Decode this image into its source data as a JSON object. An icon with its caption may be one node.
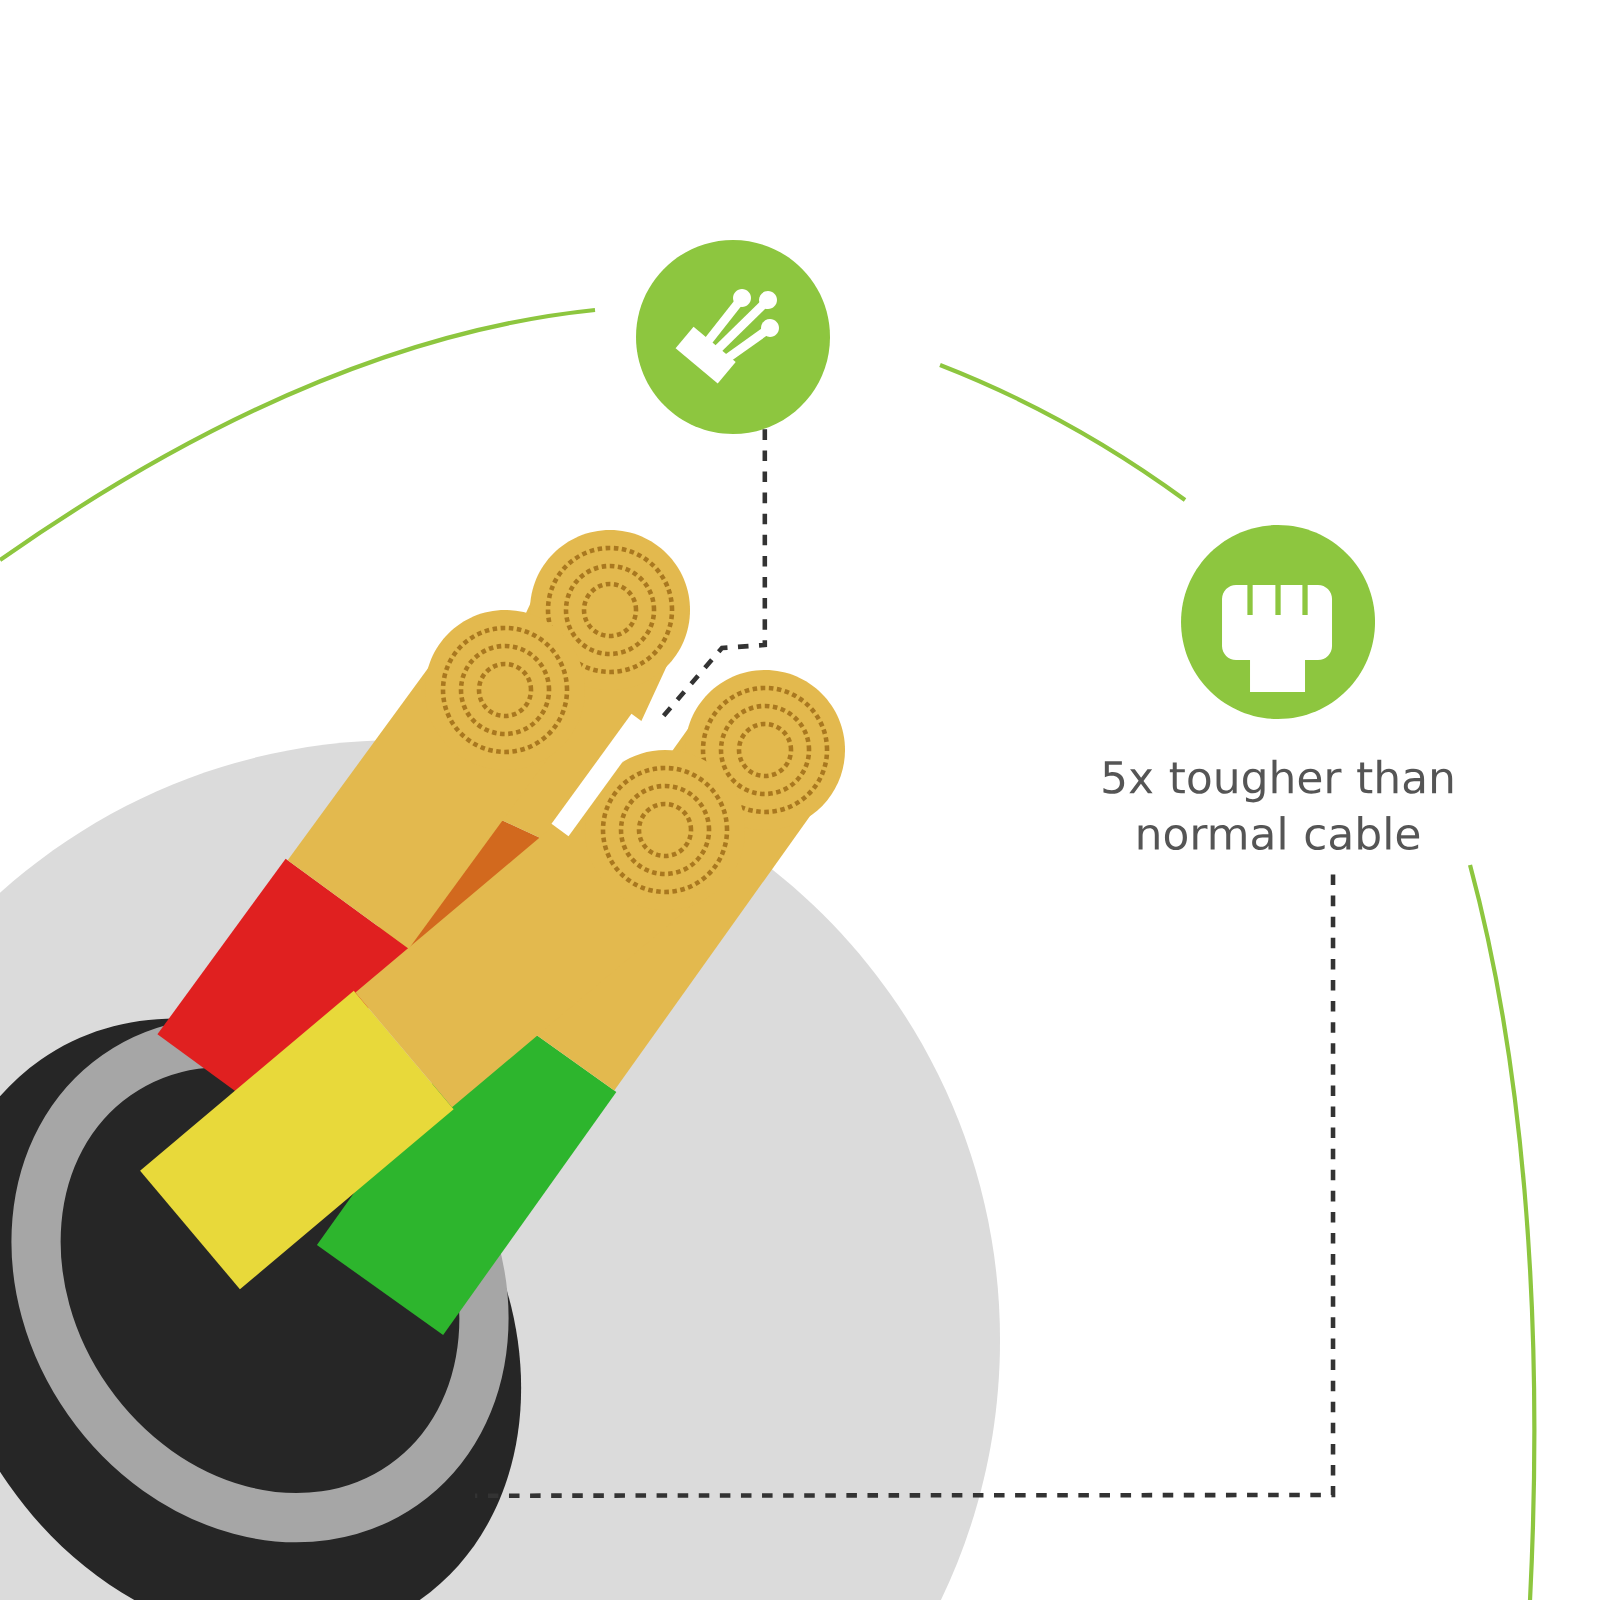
{
  "diagram": {
    "nodes": [
      {
        "text": [],
        "shape": "circle"
      },
      {
        "text": [
          "5x tougher than normal cable"
        ]
      },
      {
        "text": [],
        "shape": "picture"
      }
    ],
    "edges": [
      {
        "from": 0,
        "to": 2,
        "arrow": "none",
        "style": "dashed"
      },
      {
        "from": 1,
        "to": 2,
        "arrow": "none",
        "style": "dashed"
      }
    ]
  }
}
